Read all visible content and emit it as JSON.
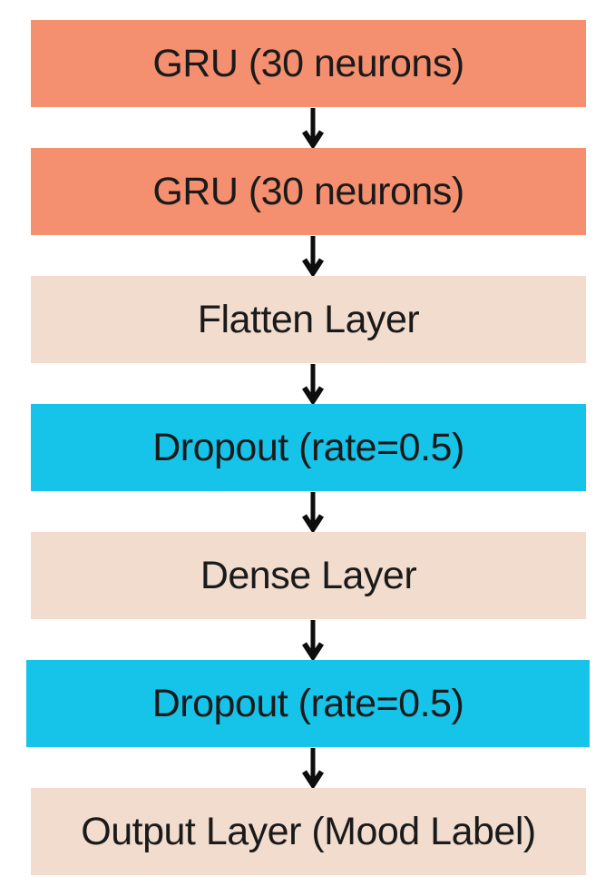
{
  "palette": {
    "salmon": "#F4906F",
    "peach": "#F1DCCE",
    "cyan": "#16C3E9",
    "arrow": "#0D0D0D",
    "text": "#1A1A1A",
    "background": "#FFFFFF"
  },
  "diagram": {
    "type": "flowchart",
    "direction": "top-to-bottom",
    "arrow_icon": "down-arrow",
    "nodes": [
      {
        "label": "GRU (30 neurons)",
        "color": "salmon"
      },
      {
        "label": "GRU (30 neurons)",
        "color": "salmon"
      },
      {
        "label": "Flatten Layer",
        "color": "peach"
      },
      {
        "label": "Dropout (rate=0.5)",
        "color": "cyan"
      },
      {
        "label": "Dense Layer",
        "color": "peach"
      },
      {
        "label": "Dropout (rate=0.5)",
        "color": "cyan"
      },
      {
        "label": "Output Layer (Mood Label)",
        "color": "peach"
      }
    ],
    "arrows": [
      {
        "from": 0,
        "to": 1
      },
      {
        "from": 1,
        "to": 2
      },
      {
        "from": 2,
        "to": 3
      },
      {
        "from": 3,
        "to": 4
      },
      {
        "from": 4,
        "to": 5
      },
      {
        "from": 5,
        "to": 6
      }
    ]
  }
}
